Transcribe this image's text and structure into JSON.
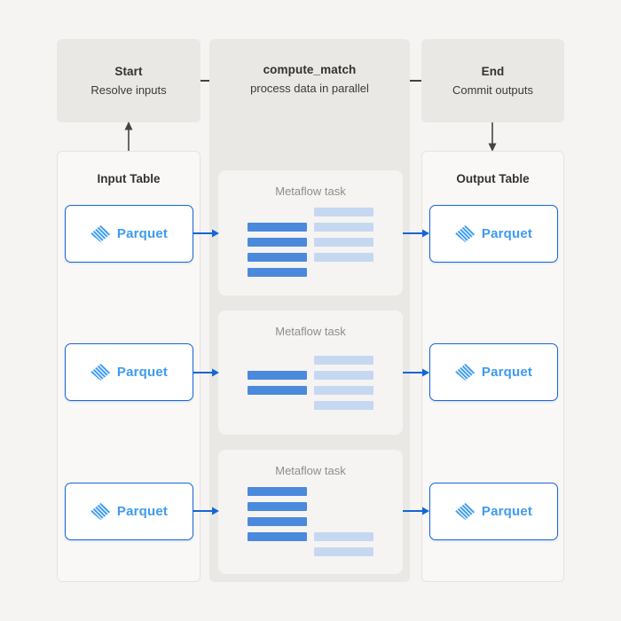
{
  "palette": {
    "page_bg": "#f5f4f2",
    "node_bg": "#e9e8e5",
    "card_bg": "#f5f4f2",
    "panel_bg": "#f9f8f6",
    "panel_border": "#e5e3e0",
    "title_text": "#333230",
    "subtitle_text": "#3c3a37",
    "muted_text": "#8f8d89",
    "parquet_border": "#1767d8",
    "parquet_blue": "#3d9bf0",
    "bar_solid": "#4b89dd",
    "bar_light": "#c6d8f1",
    "arrow_dark": "#454442",
    "arrow_blue": "#1565d6"
  },
  "flow_nodes": {
    "start": {
      "title": "Start",
      "subtitle": "Resolve inputs"
    },
    "compute": {
      "title": "compute_match",
      "subtitle": "process data in parallel"
    },
    "end": {
      "title": "End",
      "subtitle": "Commit outputs"
    }
  },
  "input_panel": {
    "title": "Input Table",
    "boxes": [
      {
        "label": "Parquet"
      },
      {
        "label": "Parquet"
      },
      {
        "label": "Parquet"
      }
    ]
  },
  "output_panel": {
    "title": "Output Table",
    "boxes": [
      {
        "label": "Parquet"
      },
      {
        "label": "Parquet"
      },
      {
        "label": "Parquet"
      }
    ]
  },
  "tasks": [
    {
      "title": "Metaflow task",
      "rows": [
        [
          "empty",
          "light"
        ],
        [
          "solid",
          "light"
        ],
        [
          "solid",
          "light"
        ],
        [
          "solid",
          "light"
        ],
        [
          "solid",
          "empty"
        ]
      ]
    },
    {
      "title": "Metaflow task",
      "rows": [
        [
          "empty",
          "light"
        ],
        [
          "solid",
          "light"
        ],
        [
          "solid",
          "light"
        ],
        [
          "empty",
          "light"
        ]
      ]
    },
    {
      "title": "Metaflow task",
      "rows": [
        [
          "solid",
          "empty"
        ],
        [
          "solid",
          "empty"
        ],
        [
          "solid",
          "empty"
        ],
        [
          "solid",
          "light"
        ],
        [
          "empty",
          "light"
        ]
      ]
    }
  ],
  "icons": {
    "parquet_logo": "parquet-hatched-diamond",
    "flow_arrow": "arrow",
    "data_arrow": "arrow"
  }
}
